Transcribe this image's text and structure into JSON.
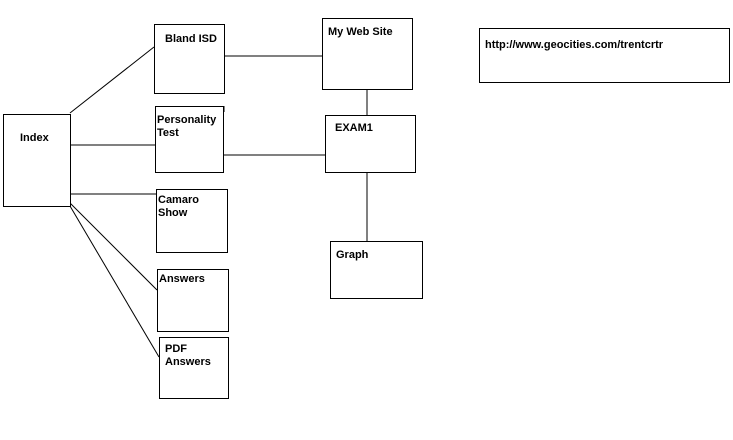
{
  "nodes": {
    "index": "Index",
    "bland_isd": "Bland ISD",
    "personality_test": "Personality\nTest",
    "camaro_show": "Camaro\nShow",
    "answers": "Answers",
    "pdf_answers": "PDF\nAnswers",
    "my_web_site": "My Web Site",
    "exam1": "EXAM1",
    "graph": "Graph",
    "url": "http://www.geocities.com/trentcrtr"
  }
}
